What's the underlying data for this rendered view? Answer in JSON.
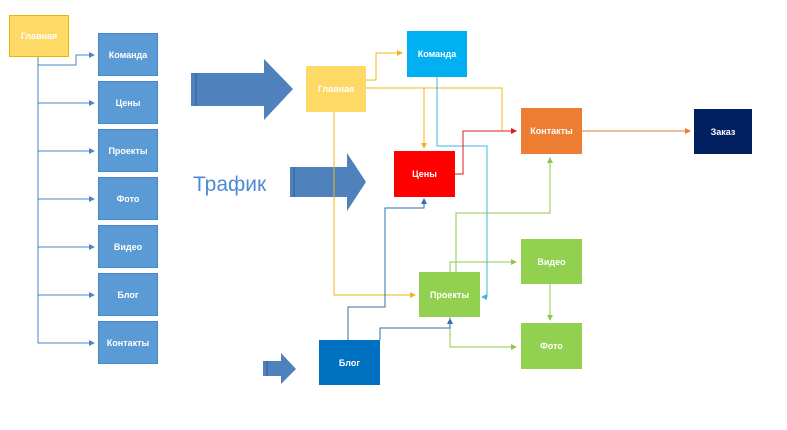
{
  "left_tree": {
    "root": "Главная",
    "items": [
      "Команда",
      "Цены",
      "Проекты",
      "Фото",
      "Видео",
      "Блог",
      "Контакты"
    ]
  },
  "traffic_label": "Трафик",
  "flow": {
    "glavnaya": "Главная",
    "komanda": "Команда",
    "ceny": "Цены",
    "kontakty": "Контакты",
    "zakaz": "Заказ",
    "proekty": "Проекты",
    "video": "Видео",
    "foto": "Фото",
    "blog": "Блог"
  },
  "colors": {
    "yellow": "#FFD966",
    "light_blue": "#5B9BD5",
    "cyan": "#00B0F0",
    "red": "#FF0000",
    "orange": "#ED7D31",
    "navy": "#002060",
    "green": "#92D050",
    "blue": "#0070C0",
    "arrow_blue": "#4F81BD"
  }
}
